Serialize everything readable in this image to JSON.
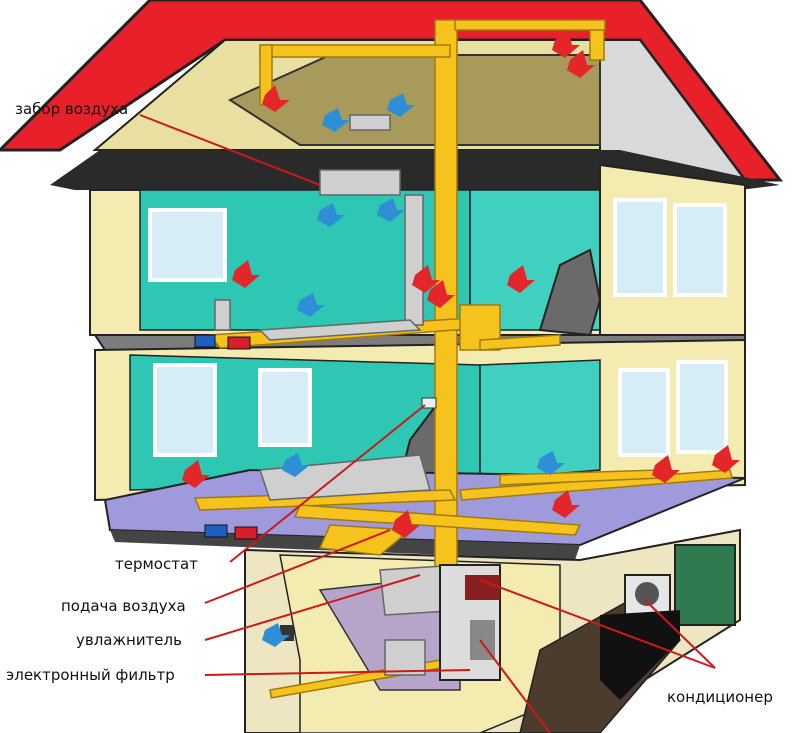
{
  "labels": {
    "air_intake": "забор воздуха",
    "thermostat": "термостат",
    "air_supply": "подача воздуха",
    "humidifier": "увлажнитель",
    "electronic_filter": "электронный фильтр",
    "air_conditioner": "кондиционер"
  },
  "colors": {
    "roof": "#e8202a",
    "wall_outer": "#f3ebb0",
    "wall_inner": "#2ec7b4",
    "floor": "#9e9adb",
    "duct": "#f6c21c",
    "return_duct": "#cfcfcf",
    "label_line": "#cc1a1a",
    "arrow_warm": "#e3262a",
    "arrow_cool": "#2f8fd6"
  }
}
